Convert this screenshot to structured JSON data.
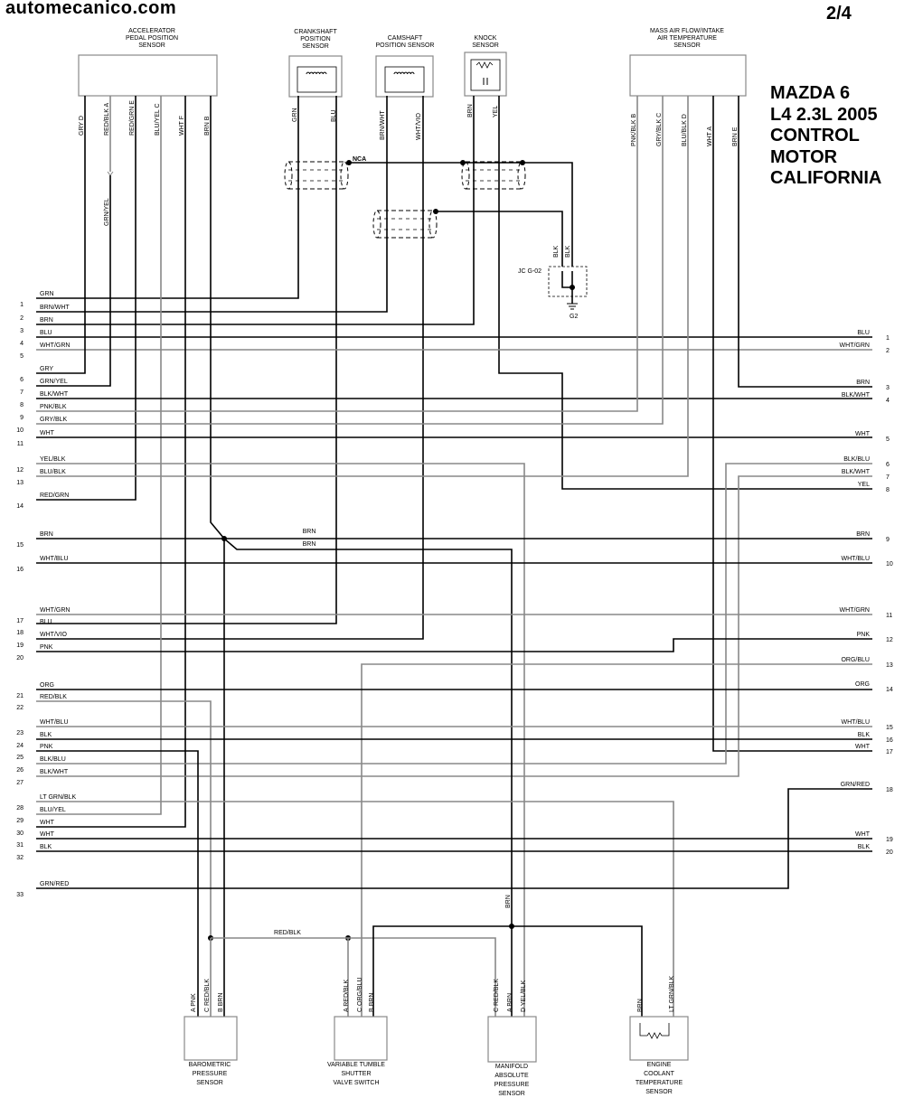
{
  "header": {
    "site": "automecanico.com",
    "page": "2/4",
    "title_lines": [
      "MAZDA 6",
      "L4 2.3L 2005",
      "CONTROL",
      "MOTOR",
      "CALIFORNIA"
    ]
  },
  "components": [
    {
      "name": "app-sensor",
      "label": [
        "ACCELERATOR",
        "PEDAL POSITION",
        "SENSOR"
      ]
    },
    {
      "name": "ckp-sensor",
      "label": [
        "CRANKSHAFT",
        "POSITION",
        "SENSOR"
      ]
    },
    {
      "name": "cmp-sensor",
      "label": [
        "CAMSHAFT",
        "POSITION SENSOR"
      ]
    },
    {
      "name": "knock-sensor",
      "label": [
        "KNOCK",
        "SENSOR"
      ]
    },
    {
      "name": "maf-iat-sensor",
      "label": [
        "MASS AIR FLOW/INTAKE",
        "AIR TEMPERATURE",
        "SENSOR"
      ]
    },
    {
      "name": "baro-sensor",
      "label": [
        "BAROMETRIC",
        "PRESSURE",
        "SENSOR"
      ]
    },
    {
      "name": "vts-switch",
      "label": [
        "VARIABLE TUMBLE",
        "SHUTTER",
        "VALVE SWITCH"
      ]
    },
    {
      "name": "map-sensor",
      "label": [
        "MANIFOLD",
        "ABSOLUTE",
        "PRESSURE",
        "SENSOR"
      ]
    },
    {
      "name": "ect-sensor",
      "label": [
        "ENGINE",
        "COOLANT",
        "TEMPERATURE",
        "SENSOR"
      ]
    }
  ],
  "pin_labels": {
    "app": [
      "GRY D",
      "RED/BLK A",
      "RED/GRN E",
      "BLU/YEL C",
      "WHT F",
      "BRN B"
    ],
    "ckp": [
      "GRN",
      "BLU"
    ],
    "cmp": [
      "BRN/WHT",
      "WHT/VIO"
    ],
    "ks": [
      "BRN",
      "YEL"
    ],
    "maf": [
      "PNK/BLK B",
      "GRY/BLK C",
      "BLU/BLK D",
      "WHT A",
      "BRN E"
    ],
    "baro": [
      "A PNK",
      "C RED/BLK",
      "B BRN"
    ],
    "vts": [
      "A RED/BLK",
      "C ORG/BLU",
      "B BRN"
    ],
    "map": [
      "C RED/BLK",
      "A BRN",
      "D YEL/BLK"
    ],
    "ect": [
      "BRN",
      "LT GRN/BLK"
    ]
  },
  "ground": {
    "jc": "JC G-02",
    "g": "G2",
    "wires": [
      "BLK",
      "BLK"
    ]
  },
  "nca": "NCA",
  "left_rows": [
    {
      "pin": "1",
      "wire": "GRN"
    },
    {
      "pin": "2",
      "wire": "BRN/WHT"
    },
    {
      "pin": "3",
      "wire": "BRN"
    },
    {
      "pin": "4",
      "wire": "BLU"
    },
    {
      "pin": "5",
      "wire": "WHT/GRN"
    },
    {
      "pin": "6",
      "wire": "GRY"
    },
    {
      "pin": "7",
      "wire": "GRN/YEL"
    },
    {
      "pin": "8",
      "wire": "BLK/WHT"
    },
    {
      "pin": "9",
      "wire": "PNK/BLK"
    },
    {
      "pin": "10",
      "wire": "GRY/BLK"
    },
    {
      "pin": "11",
      "wire": "WHT"
    },
    {
      "pin": "12",
      "wire": "YEL/BLK"
    },
    {
      "pin": "13",
      "wire": "BLU/BLK"
    },
    {
      "pin": "14",
      "wire": "RED/GRN"
    },
    {
      "pin": "15",
      "wire": "BRN"
    },
    {
      "pin": "16",
      "wire": "WHT/BLU"
    },
    {
      "pin": "17",
      "wire": "WHT/GRN"
    },
    {
      "pin": "18",
      "wire": "BLU"
    },
    {
      "pin": "19",
      "wire": "WHT/VIO"
    },
    {
      "pin": "20",
      "wire": "PNK"
    },
    {
      "pin": "21",
      "wire": "ORG"
    },
    {
      "pin": "22",
      "wire": "RED/BLK"
    },
    {
      "pin": "23",
      "wire": "WHT/BLU"
    },
    {
      "pin": "24",
      "wire": "BLK"
    },
    {
      "pin": "25",
      "wire": "PNK"
    },
    {
      "pin": "26",
      "wire": "BLK/BLU"
    },
    {
      "pin": "27",
      "wire": "BLK/WHT"
    },
    {
      "pin": "28",
      "wire": "LT GRN/BLK"
    },
    {
      "pin": "29",
      "wire": "BLU/YEL"
    },
    {
      "pin": "30",
      "wire": "WHT"
    },
    {
      "pin": "31",
      "wire": "WHT"
    },
    {
      "pin": "32",
      "wire": "BLK"
    },
    {
      "pin": "33",
      "wire": "GRN/RED"
    }
  ],
  "right_rows": [
    {
      "pin": "1",
      "wire": "BLU"
    },
    {
      "pin": "2",
      "wire": "WHT/GRN"
    },
    {
      "pin": "3",
      "wire": "BRN"
    },
    {
      "pin": "4",
      "wire": "BLK/WHT"
    },
    {
      "pin": "5",
      "wire": "WHT"
    },
    {
      "pin": "6",
      "wire": "BLK/BLU"
    },
    {
      "pin": "7",
      "wire": "BLK/WHT"
    },
    {
      "pin": "8",
      "wire": "YEL"
    },
    {
      "pin": "9",
      "wire": "BRN"
    },
    {
      "pin": "10",
      "wire": "WHT/BLU"
    },
    {
      "pin": "11",
      "wire": "WHT/GRN"
    },
    {
      "pin": "12",
      "wire": "PNK"
    },
    {
      "pin": "13",
      "wire": "ORG/BLU"
    },
    {
      "pin": "14",
      "wire": "ORG"
    },
    {
      "pin": "15",
      "wire": "WHT/BLU"
    },
    {
      "pin": "16",
      "wire": "BLK"
    },
    {
      "pin": "17",
      "wire": "WHT"
    },
    {
      "pin": "18",
      "wire": "GRN/RED"
    },
    {
      "pin": "19",
      "wire": "WHT"
    },
    {
      "pin": "20",
      "wire": "BLK"
    }
  ],
  "mid_labels": [
    "BRN",
    "BRN",
    "RED/BLK",
    "BRN"
  ],
  "colors": {
    "line": "#000000",
    "gray": "#888888"
  }
}
